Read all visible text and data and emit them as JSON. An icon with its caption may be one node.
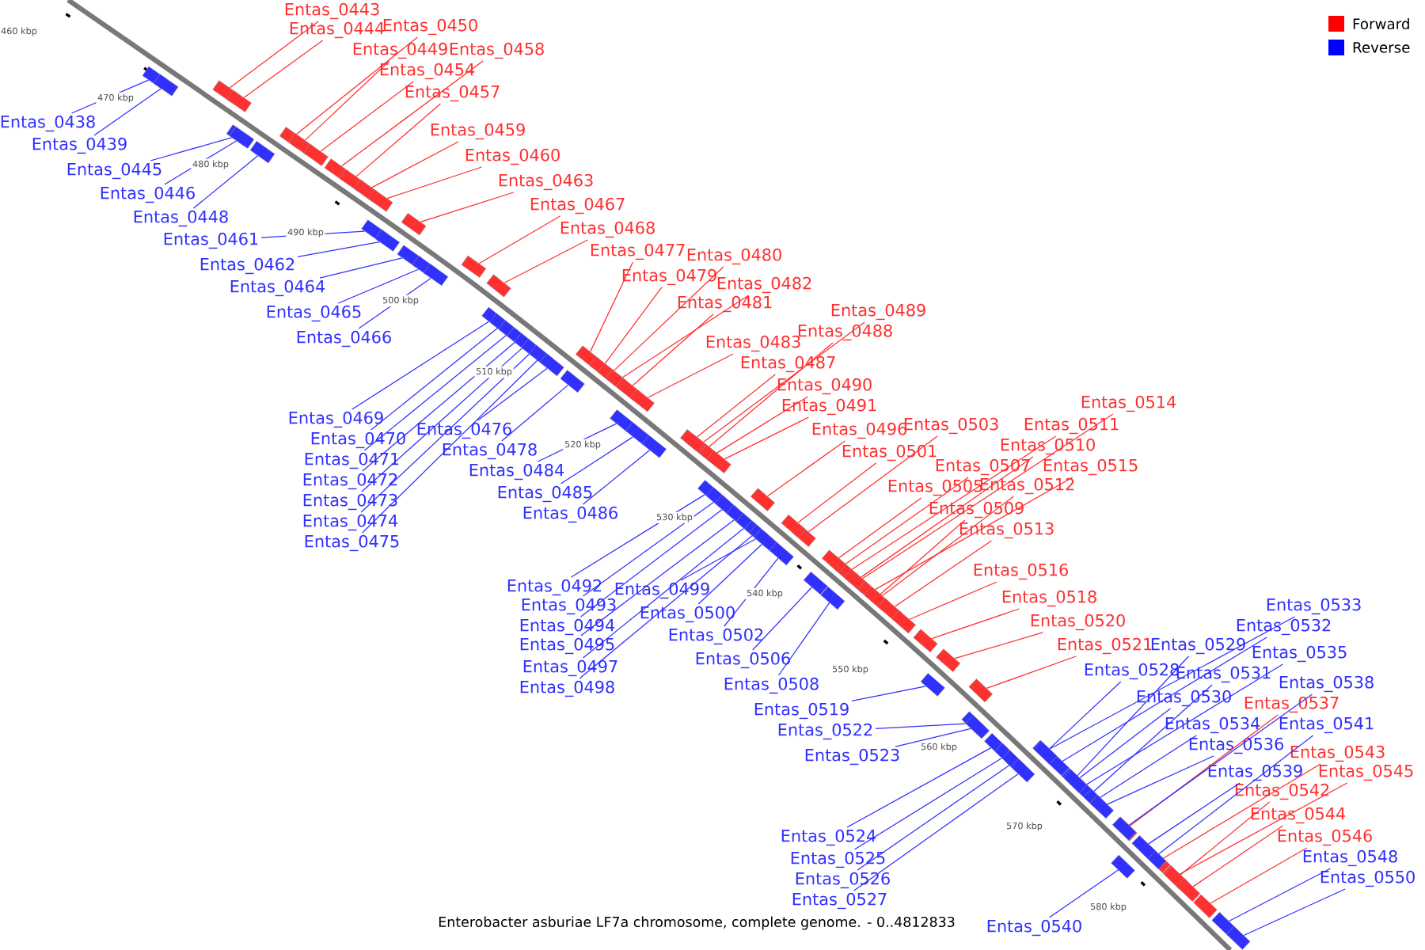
{
  "diagram": {
    "caption": "Enterobacter asburiae LF7a chromosome, complete genome. - 0..4812833",
    "nodes": [
      {
        "text": [
          "Entas_0443"
        ]
      },
      {
        "text": [
          "Entas_0444"
        ]
      },
      {
        "text": [
          "Entas_0450"
        ]
      },
      {
        "text": [
          "Entas_0449"
        ]
      },
      {
        "text": [
          "Entas_0458"
        ]
      },
      {
        "text": [
          "Entas_0454"
        ]
      },
      {
        "text": [
          "Entas_0457"
        ]
      },
      {
        "text": [
          "Entas_0459"
        ]
      },
      {
        "text": [
          "Entas_0460"
        ]
      },
      {
        "text": [
          "Entas_0463"
        ]
      },
      {
        "text": [
          "Entas_0467"
        ]
      },
      {
        "text": [
          "Entas_0468"
        ]
      },
      {
        "text": [
          "Entas_0477"
        ]
      },
      {
        "text": [
          "Entas_0479"
        ]
      },
      {
        "text": [
          "Entas_0480"
        ]
      },
      {
        "text": [
          "Entas_0482"
        ]
      },
      {
        "text": [
          "Entas_0481"
        ]
      },
      {
        "text": [
          "Entas_0483"
        ]
      },
      {
        "text": [
          "Entas_0489"
        ]
      },
      {
        "text": [
          "Entas_0488"
        ]
      },
      {
        "text": [
          "Entas_0487"
        ]
      },
      {
        "text": [
          "Entas_0490"
        ]
      },
      {
        "text": [
          "Entas_0491"
        ]
      },
      {
        "text": [
          "Entas_0496"
        ]
      },
      {
        "text": [
          "Entas_0503"
        ]
      },
      {
        "text": [
          "Entas_0501"
        ]
      },
      {
        "text": [
          "Entas_0514"
        ]
      },
      {
        "text": [
          "Entas_0511"
        ]
      },
      {
        "text": [
          "Entas_0507"
        ]
      },
      {
        "text": [
          "Entas_0510"
        ]
      },
      {
        "text": [
          "Entas_0515"
        ]
      },
      {
        "text": [
          "Entas_0505"
        ]
      },
      {
        "text": [
          "Entas_0512"
        ]
      },
      {
        "text": [
          "Entas_0509"
        ]
      },
      {
        "text": [
          "Entas_0513"
        ]
      },
      {
        "text": [
          "Entas_0516"
        ]
      },
      {
        "text": [
          "Entas_0518"
        ]
      },
      {
        "text": [
          "Entas_0520"
        ]
      },
      {
        "text": [
          "Entas_0521"
        ]
      },
      {
        "text": [
          "Entas_0537"
        ]
      },
      {
        "text": [
          "Entas_0543"
        ]
      },
      {
        "text": [
          "Entas_0545"
        ]
      },
      {
        "text": [
          "Entas_0542"
        ]
      },
      {
        "text": [
          "Entas_0544"
        ]
      },
      {
        "text": [
          "Entas_0546"
        ]
      },
      {
        "text": [
          "Entas_0438"
        ]
      },
      {
        "text": [
          "Entas_0439"
        ]
      },
      {
        "text": [
          "Entas_0445"
        ]
      },
      {
        "text": [
          "Entas_0446"
        ]
      },
      {
        "text": [
          "Entas_0448"
        ]
      },
      {
        "text": [
          "Entas_0461"
        ]
      },
      {
        "text": [
          "Entas_0462"
        ]
      },
      {
        "text": [
          "Entas_0464"
        ]
      },
      {
        "text": [
          "Entas_0465"
        ]
      },
      {
        "text": [
          "Entas_0466"
        ]
      },
      {
        "text": [
          "Entas_0469"
        ]
      },
      {
        "text": [
          "Entas_0470"
        ]
      },
      {
        "text": [
          "Entas_0471"
        ]
      },
      {
        "text": [
          "Entas_0472"
        ]
      },
      {
        "text": [
          "Entas_0473"
        ]
      },
      {
        "text": [
          "Entas_0474"
        ]
      },
      {
        "text": [
          "Entas_0475"
        ]
      },
      {
        "text": [
          "Entas_0476"
        ]
      },
      {
        "text": [
          "Entas_0478"
        ]
      },
      {
        "text": [
          "Entas_0484"
        ]
      },
      {
        "text": [
          "Entas_0485"
        ]
      },
      {
        "text": [
          "Entas_0486"
        ]
      },
      {
        "text": [
          "Entas_0492"
        ]
      },
      {
        "text": [
          "Entas_0493"
        ]
      },
      {
        "text": [
          "Entas_0494"
        ]
      },
      {
        "text": [
          "Entas_0495"
        ]
      },
      {
        "text": [
          "Entas_0497"
        ]
      },
      {
        "text": [
          "Entas_0498"
        ]
      },
      {
        "text": [
          "Entas_0499"
        ]
      },
      {
        "text": [
          "Entas_0500"
        ]
      },
      {
        "text": [
          "Entas_0502"
        ]
      },
      {
        "text": [
          "Entas_0506"
        ]
      },
      {
        "text": [
          "Entas_0508"
        ]
      },
      {
        "text": [
          "Entas_0519"
        ]
      },
      {
        "text": [
          "Entas_0522"
        ]
      },
      {
        "text": [
          "Entas_0523"
        ]
      },
      {
        "text": [
          "Entas_0524"
        ]
      },
      {
        "text": [
          "Entas_0525"
        ]
      },
      {
        "text": [
          "Entas_0526"
        ]
      },
      {
        "text": [
          "Entas_0527"
        ]
      },
      {
        "text": [
          "Entas_0540"
        ]
      },
      {
        "text": [
          "Entas_0533"
        ]
      },
      {
        "text": [
          "Entas_0532"
        ]
      },
      {
        "text": [
          "Entas_0529"
        ]
      },
      {
        "text": [
          "Entas_0535"
        ]
      },
      {
        "text": [
          "Entas_0528"
        ]
      },
      {
        "text": [
          "Entas_0531"
        ]
      },
      {
        "text": [
          "Entas_0538"
        ]
      },
      {
        "text": [
          "Entas_0530"
        ]
      },
      {
        "text": [
          "Entas_0541"
        ]
      },
      {
        "text": [
          "Entas_0534"
        ]
      },
      {
        "text": [
          "Entas_0536"
        ]
      },
      {
        "text": [
          "Entas_0539"
        ]
      },
      {
        "text": [
          "Entas_0548"
        ]
      },
      {
        "text": [
          "Entas_0550"
        ]
      },
      {
        "text": [],
        "shape": "box"
      },
      {
        "text": [],
        "shape": "box"
      },
      {
        "text": [],
        "shape": "box"
      },
      {
        "text": [],
        "shape": "box"
      },
      {
        "text": [],
        "shape": "box"
      },
      {
        "text": [],
        "shape": "box"
      },
      {
        "text": [],
        "shape": "box"
      },
      {
        "text": [],
        "shape": "box"
      },
      {
        "text": [],
        "shape": "box"
      },
      {
        "text": [],
        "shape": "box"
      },
      {
        "text": [],
        "shape": "box"
      },
      {
        "text": [],
        "shape": "box"
      },
      {
        "text": [],
        "shape": "box"
      },
      {
        "text": [],
        "shape": "box"
      },
      {
        "text": [],
        "shape": "box"
      },
      {
        "text": [],
        "shape": "box"
      },
      {
        "text": [],
        "shape": "box"
      },
      {
        "text": [],
        "shape": "box"
      },
      {
        "text": [],
        "shape": "box"
      },
      {
        "text": [],
        "shape": "box"
      },
      {
        "text": [],
        "shape": "box"
      },
      {
        "text": [],
        "shape": "box"
      },
      {
        "text": [],
        "shape": "box"
      },
      {
        "text": [],
        "shape": "box"
      },
      {
        "text": [],
        "shape": "box"
      },
      {
        "text": [],
        "shape": "box"
      },
      {
        "text": [],
        "shape": "box"
      },
      {
        "text": [],
        "shape": "box"
      },
      {
        "text": [],
        "shape": "box"
      },
      {
        "text": [],
        "shape": "box"
      },
      {
        "text": [],
        "shape": "box"
      },
      {
        "text": [],
        "shape": "box"
      },
      {
        "text": [],
        "shape": "box"
      },
      {
        "text": [],
        "shape": "box"
      },
      {
        "text": [],
        "shape": "box"
      },
      {
        "text": [],
        "shape": "box"
      },
      {
        "text": [],
        "shape": "box"
      },
      {
        "text": [],
        "shape": "box"
      },
      {
        "text": [],
        "shape": "box"
      },
      {
        "text": [],
        "shape": "box"
      },
      {
        "text": [],
        "shape": "box"
      },
      {
        "text": [],
        "shape": "box"
      },
      {
        "text": [],
        "shape": "box"
      },
      {
        "text": [],
        "shape": "box"
      },
      {
        "text": [],
        "shape": "box"
      },
      {
        "text": [],
        "shape": "box"
      },
      {
        "text": [],
        "shape": "box"
      },
      {
        "text": [],
        "shape": "box"
      },
      {
        "text": [],
        "shape": "box"
      },
      {
        "text": [],
        "shape": "box"
      },
      {
        "text": [],
        "shape": "box"
      },
      {
        "text": [],
        "shape": "box"
      },
      {
        "text": [],
        "shape": "box"
      },
      {
        "text": [],
        "shape": "box"
      },
      {
        "text": [],
        "shape": "box"
      },
      {
        "text": [],
        "shape": "box"
      },
      {
        "text": [],
        "shape": "box"
      },
      {
        "text": [],
        "shape": "box"
      },
      {
        "text": [],
        "shape": "box"
      },
      {
        "text": [],
        "shape": "box"
      },
      {
        "text": [],
        "shape": "box"
      },
      {
        "text": [],
        "shape": "box"
      },
      {
        "text": [],
        "shape": "box"
      },
      {
        "text": [],
        "shape": "box"
      },
      {
        "text": [],
        "shape": "box"
      },
      {
        "text": [],
        "shape": "box"
      },
      {
        "text": [],
        "shape": "box"
      },
      {
        "text": [],
        "shape": "box"
      },
      {
        "text": [],
        "shape": "box"
      },
      {
        "text": [],
        "shape": "box"
      },
      {
        "text": [],
        "shape": "box"
      },
      {
        "text": [],
        "shape": "box"
      },
      {
        "text": [],
        "shape": "box"
      },
      {
        "text": [],
        "shape": "box"
      },
      {
        "text": [],
        "shape": "box"
      },
      {
        "text": [],
        "shape": "box"
      },
      {
        "text": [],
        "shape": "box"
      },
      {
        "text": [],
        "shape": "box"
      },
      {
        "text": [],
        "shape": "box"
      },
      {
        "text": [],
        "shape": "box"
      },
      {
        "text": [],
        "shape": "box"
      },
      {
        "text": [],
        "shape": "box"
      },
      {
        "text": [],
        "shape": "box"
      },
      {
        "text": [],
        "shape": "box"
      },
      {
        "text": [],
        "shape": "box"
      },
      {
        "text": [],
        "shape": "box"
      },
      {
        "text": [],
        "shape": "box"
      },
      {
        "text": [],
        "shape": "box"
      },
      {
        "text": [],
        "shape": "box"
      },
      {
        "text": [],
        "shape": "box"
      },
      {
        "text": [],
        "shape": "box"
      },
      {
        "text": [],
        "shape": "box"
      },
      {
        "text": [],
        "shape": "box"
      },
      {
        "text": [],
        "shape": "box"
      },
      {
        "text": [],
        "shape": "box"
      },
      {
        "text": [],
        "shape": "box"
      },
      {
        "text": [],
        "shape": "box"
      },
      {
        "text": [],
        "shape": "box"
      },
      {
        "text": [],
        "shape": "box"
      },
      {
        "text": [],
        "shape": "box"
      }
    ],
    "edges": [
      {
        "from": 0,
        "to": 100,
        "arrow": "none",
        "color": "#ff3030"
      },
      {
        "from": 1,
        "to": 101,
        "arrow": "none",
        "color": "#ff3030"
      },
      {
        "from": 2,
        "to": 102,
        "arrow": "none",
        "color": "#ff3030"
      },
      {
        "from": 3,
        "to": 103,
        "arrow": "none",
        "color": "#ff3030"
      },
      {
        "from": 4,
        "to": 104,
        "arrow": "none",
        "color": "#ff3030"
      },
      {
        "from": 5,
        "to": 105,
        "arrow": "none",
        "color": "#ff3030"
      },
      {
        "from": 6,
        "to": 106,
        "arrow": "none",
        "color": "#ff3030"
      },
      {
        "from": 7,
        "to": 107,
        "arrow": "none",
        "color": "#ff3030"
      },
      {
        "from": 8,
        "to": 108,
        "arrow": "none",
        "color": "#ff3030"
      },
      {
        "from": 9,
        "to": 109,
        "arrow": "none",
        "color": "#ff3030"
      },
      {
        "from": 10,
        "to": 110,
        "arrow": "none",
        "color": "#ff3030"
      },
      {
        "from": 11,
        "to": 111,
        "arrow": "none",
        "color": "#ff3030"
      },
      {
        "from": 12,
        "to": 112,
        "arrow": "none",
        "color": "#ff3030"
      },
      {
        "from": 13,
        "to": 113,
        "arrow": "none",
        "color": "#ff3030"
      },
      {
        "from": 14,
        "to": 114,
        "arrow": "none",
        "color": "#ff3030"
      },
      {
        "from": 15,
        "to": 115,
        "arrow": "none",
        "color": "#ff3030"
      },
      {
        "from": 16,
        "to": 116,
        "arrow": "none",
        "color": "#ff3030"
      },
      {
        "from": 17,
        "to": 117,
        "arrow": "none",
        "color": "#ff3030"
      },
      {
        "from": 18,
        "to": 118,
        "arrow": "none",
        "color": "#ff3030"
      },
      {
        "from": 19,
        "to": 119,
        "arrow": "none",
        "color": "#ff3030"
      },
      {
        "from": 20,
        "to": 120,
        "arrow": "none",
        "color": "#ff3030"
      },
      {
        "from": 21,
        "to": 121,
        "arrow": "none",
        "color": "#ff3030"
      },
      {
        "from": 22,
        "to": 122,
        "arrow": "none",
        "color": "#ff3030"
      },
      {
        "from": 23,
        "to": 123,
        "arrow": "none",
        "color": "#ff3030"
      },
      {
        "from": 24,
        "to": 124,
        "arrow": "none",
        "color": "#ff3030"
      },
      {
        "from": 25,
        "to": 125,
        "arrow": "none",
        "color": "#ff3030"
      },
      {
        "from": 26,
        "to": 126,
        "arrow": "none",
        "color": "#ff3030"
      },
      {
        "from": 27,
        "to": 127,
        "arrow": "none",
        "color": "#ff3030"
      },
      {
        "from": 28,
        "to": 128,
        "arrow": "none",
        "color": "#ff3030"
      },
      {
        "from": 29,
        "to": 129,
        "arrow": "none",
        "color": "#ff3030"
      },
      {
        "from": 30,
        "to": 130,
        "arrow": "none",
        "color": "#ff3030"
      },
      {
        "from": 31,
        "to": 131,
        "arrow": "none",
        "color": "#ff3030"
      },
      {
        "from": 32,
        "to": 132,
        "arrow": "none",
        "color": "#ff3030"
      },
      {
        "from": 33,
        "to": 133,
        "arrow": "none",
        "color": "#ff3030"
      },
      {
        "from": 34,
        "to": 134,
        "arrow": "none",
        "color": "#ff3030"
      },
      {
        "from": 35,
        "to": 135,
        "arrow": "none",
        "color": "#ff3030"
      },
      {
        "from": 36,
        "to": 136,
        "arrow": "none",
        "color": "#ff3030"
      },
      {
        "from": 37,
        "to": 137,
        "arrow": "none",
        "color": "#ff3030"
      },
      {
        "from": 38,
        "to": 138,
        "arrow": "none",
        "color": "#ff3030"
      },
      {
        "from": 39,
        "to": 139,
        "arrow": "none",
        "color": "#ff3030"
      },
      {
        "from": 40,
        "to": 140,
        "arrow": "none",
        "color": "#ff3030"
      },
      {
        "from": 41,
        "to": 141,
        "arrow": "none",
        "color": "#ff3030"
      },
      {
        "from": 42,
        "to": 142,
        "arrow": "none",
        "color": "#ff3030"
      },
      {
        "from": 43,
        "to": 143,
        "arrow": "none",
        "color": "#ff3030"
      },
      {
        "from": 44,
        "to": 144,
        "arrow": "none",
        "color": "#ff3030"
      },
      {
        "from": 45,
        "to": 145,
        "arrow": "none",
        "color": "#3030ff"
      },
      {
        "from": 46,
        "to": 146,
        "arrow": "none",
        "color": "#3030ff"
      },
      {
        "from": 47,
        "to": 147,
        "arrow": "none",
        "color": "#3030ff"
      },
      {
        "from": 48,
        "to": 148,
        "arrow": "none",
        "color": "#3030ff"
      },
      {
        "from": 49,
        "to": 149,
        "arrow": "none",
        "color": "#3030ff"
      },
      {
        "from": 50,
        "to": 150,
        "arrow": "none",
        "color": "#3030ff"
      },
      {
        "from": 51,
        "to": 151,
        "arrow": "none",
        "color": "#3030ff"
      },
      {
        "from": 52,
        "to": 152,
        "arrow": "none",
        "color": "#3030ff"
      },
      {
        "from": 53,
        "to": 153,
        "arrow": "none",
        "color": "#3030ff"
      },
      {
        "from": 54,
        "to": 154,
        "arrow": "none",
        "color": "#3030ff"
      },
      {
        "from": 55,
        "to": 155,
        "arrow": "none",
        "color": "#3030ff"
      },
      {
        "from": 56,
        "to": 156,
        "arrow": "none",
        "color": "#3030ff"
      },
      {
        "from": 57,
        "to": 157,
        "arrow": "none",
        "color": "#3030ff"
      },
      {
        "from": 58,
        "to": 158,
        "arrow": "none",
        "color": "#3030ff"
      },
      {
        "from": 59,
        "to": 159,
        "arrow": "none",
        "color": "#3030ff"
      },
      {
        "from": 60,
        "to": 160,
        "arrow": "none",
        "color": "#3030ff"
      },
      {
        "from": 61,
        "to": 161,
        "arrow": "none",
        "color": "#3030ff"
      },
      {
        "from": 62,
        "to": 162,
        "arrow": "none",
        "color": "#3030ff"
      },
      {
        "from": 63,
        "to": 163,
        "arrow": "none",
        "color": "#3030ff"
      },
      {
        "from": 64,
        "to": 164,
        "arrow": "none",
        "color": "#3030ff"
      },
      {
        "from": 65,
        "to": 165,
        "arrow": "none",
        "color": "#3030ff"
      },
      {
        "from": 66,
        "to": 166,
        "arrow": "none",
        "color": "#3030ff"
      },
      {
        "from": 67,
        "to": 167,
        "arrow": "none",
        "color": "#3030ff"
      },
      {
        "from": 68,
        "to": 168,
        "arrow": "none",
        "color": "#3030ff"
      },
      {
        "from": 69,
        "to": 169,
        "arrow": "none",
        "color": "#3030ff"
      },
      {
        "from": 70,
        "to": 170,
        "arrow": "none",
        "color": "#3030ff"
      },
      {
        "from": 71,
        "to": 171,
        "arrow": "none",
        "color": "#3030ff"
      },
      {
        "from": 72,
        "to": 172,
        "arrow": "none",
        "color": "#3030ff"
      },
      {
        "from": 73,
        "to": 173,
        "arrow": "none",
        "color": "#3030ff"
      },
      {
        "from": 74,
        "to": 174,
        "arrow": "none",
        "color": "#3030ff"
      },
      {
        "from": 75,
        "to": 175,
        "arrow": "none",
        "color": "#3030ff"
      },
      {
        "from": 76,
        "to": 176,
        "arrow": "none",
        "color": "#3030ff"
      },
      {
        "from": 77,
        "to": 177,
        "arrow": "none",
        "color": "#3030ff"
      },
      {
        "from": 78,
        "to": 178,
        "arrow": "none",
        "color": "#3030ff"
      },
      {
        "from": 79,
        "to": 179,
        "arrow": "none",
        "color": "#3030ff"
      },
      {
        "from": 80,
        "to": 180,
        "arrow": "none",
        "color": "#3030ff"
      },
      {
        "from": 81,
        "to": 181,
        "arrow": "none",
        "color": "#3030ff"
      },
      {
        "from": 82,
        "to": 182,
        "arrow": "none",
        "color": "#3030ff"
      },
      {
        "from": 83,
        "to": 183,
        "arrow": "none",
        "color": "#3030ff"
      },
      {
        "from": 84,
        "to": 184,
        "arrow": "none",
        "color": "#3030ff"
      },
      {
        "from": 85,
        "to": 185,
        "arrow": "none",
        "color": "#3030ff"
      },
      {
        "from": 86,
        "to": 186,
        "arrow": "none",
        "color": "#3030ff"
      },
      {
        "from": 87,
        "to": 187,
        "arrow": "none",
        "color": "#3030ff"
      },
      {
        "from": 88,
        "to": 188,
        "arrow": "none",
        "color": "#3030ff"
      },
      {
        "from": 89,
        "to": 189,
        "arrow": "none",
        "color": "#3030ff"
      },
      {
        "from": 90,
        "to": 190,
        "arrow": "none",
        "color": "#3030ff"
      },
      {
        "from": 91,
        "to": 191,
        "arrow": "none",
        "color": "#3030ff"
      },
      {
        "from": 92,
        "to": 192,
        "arrow": "none",
        "color": "#3030ff"
      },
      {
        "from": 93,
        "to": 193,
        "arrow": "none",
        "color": "#3030ff"
      },
      {
        "from": 94,
        "to": 194,
        "arrow": "none",
        "color": "#3030ff"
      },
      {
        "from": 95,
        "to": 195,
        "arrow": "none",
        "color": "#3030ff"
      },
      {
        "from": 96,
        "to": 196,
        "arrow": "none",
        "color": "#3030ff"
      },
      {
        "from": 97,
        "to": 197,
        "arrow": "none",
        "color": "#3030ff"
      },
      {
        "from": 98,
        "to": 198,
        "arrow": "none",
        "color": "#3030ff"
      },
      {
        "from": 99,
        "to": 199,
        "arrow": "none",
        "color": "#3030ff"
      }
    ],
    "labels": [
      "460 kbp",
      "470 kbp",
      "480 kbp",
      "490 kbp",
      "500 kbp",
      "510 kbp",
      "520 kbp",
      "530 kbp",
      "540 kbp",
      "550 kbp",
      "560 kbp",
      "570 kbp",
      "580 kbp"
    ],
    "legend": [
      {
        "text": "Forward",
        "color": "#ff0000"
      },
      {
        "text": "Reverse",
        "color": "#0000ff"
      }
    ]
  }
}
